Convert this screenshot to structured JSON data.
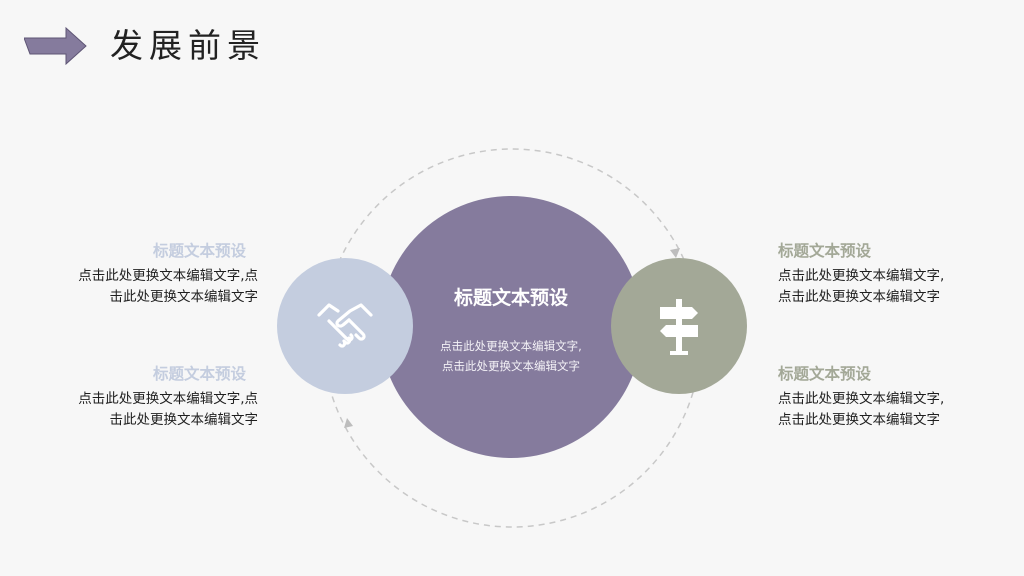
{
  "header": {
    "title": "发展前景",
    "arrow_icon": "right-arrow-icon"
  },
  "colors": {
    "purple": "#857b9d",
    "light_blue": "#c4cddf",
    "sage": "#a3a897",
    "dashed_ring": "#c8c8c8"
  },
  "center": {
    "title": "标题文本预设",
    "text_line1": "点击此处更换文本编辑文字,",
    "text_line2": "点击此处更换文本编辑文字"
  },
  "left_circle": {
    "icon": "handshake-icon"
  },
  "right_circle": {
    "icon": "signpost-icon"
  },
  "left_blocks": [
    {
      "title": "标题文本预设",
      "text_line1": "点击此处更换文本编辑文字,点",
      "text_line2": "击此处更换文本编辑文字"
    },
    {
      "title": "标题文本预设",
      "text_line1": "点击此处更换文本编辑文字,点",
      "text_line2": "击此处更换文本编辑文字"
    }
  ],
  "right_blocks": [
    {
      "title": "标题文本预设",
      "text_line1": "点击此处更换文本编辑文字,",
      "text_line2": "点击此处更换文本编辑文字"
    },
    {
      "title": "标题文本预设",
      "text_line1": "点击此处更换文本编辑文字,",
      "text_line2": "点击此处更换文本编辑文字"
    }
  ]
}
